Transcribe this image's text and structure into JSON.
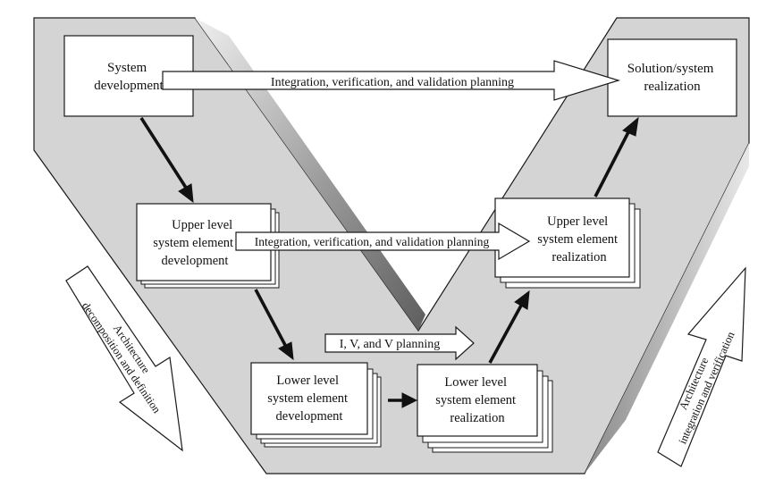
{
  "colors": {
    "panel_fill": "#d4d4d4",
    "box_fill": "#ffffff",
    "stroke": "#1a1a1a",
    "shadow_dark": "#6a6a6a",
    "shadow_light": "#e6e6e6"
  },
  "boxes": {
    "system_development": [
      "System",
      "development"
    ],
    "upper_dev": [
      "Upper level",
      "system element",
      "development"
    ],
    "lower_dev": [
      "Lower level",
      "system element",
      "development"
    ],
    "lower_real": [
      "Lower level",
      "system element",
      "realization"
    ],
    "upper_real": [
      "Upper level",
      "system element",
      "realization"
    ],
    "solution": [
      "Solution/system",
      "realization"
    ]
  },
  "planning_arrows": {
    "top": "Integration, verification, and validation planning",
    "middle": "Integration, verification, and validation planning",
    "bottom": "I, V, and V planning"
  },
  "side_arrows": {
    "left": [
      "Architecture",
      "decomposition and definition"
    ],
    "right": [
      "Architecture",
      "integration and verification"
    ]
  }
}
